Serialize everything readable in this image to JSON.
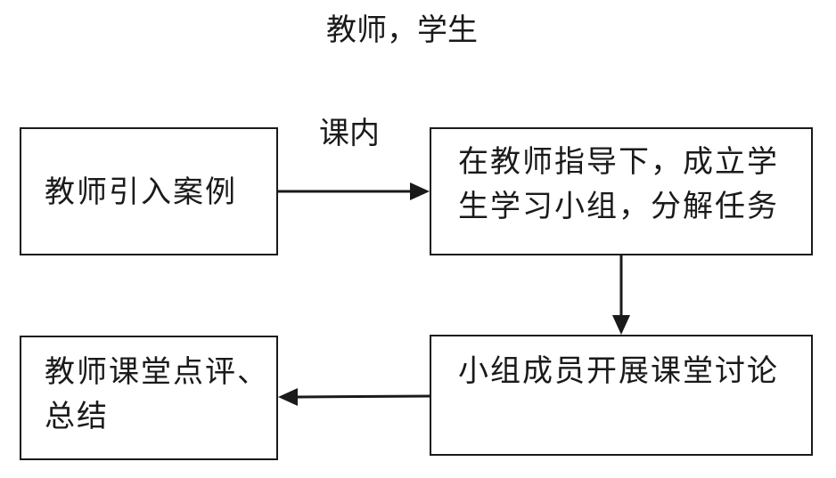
{
  "header": {
    "title": "教师，学生"
  },
  "edge_label": "课内",
  "nodes": {
    "intro": {
      "text": "教师引入案例"
    },
    "groups": {
      "line1": "在教师指导下，成立学",
      "line2": "生学习小组，分解任务"
    },
    "discuss": {
      "text": "小组成员开展课堂讨论"
    },
    "summary": {
      "line1": "教师课堂点评、",
      "line2": "总结"
    }
  }
}
